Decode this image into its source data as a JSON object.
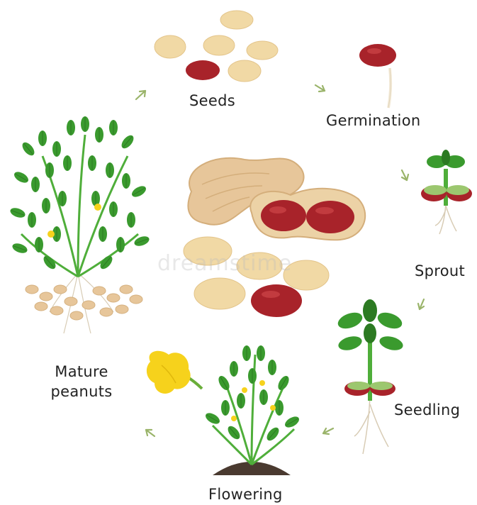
{
  "stages": {
    "seeds": "Seeds",
    "germination": "Germination",
    "sprout": "Sprout",
    "seedling": "Seedling",
    "flowering": "Flowering",
    "mature_line1": "Mature",
    "mature_line2": "peanuts"
  },
  "watermark": "dreamstime",
  "colors": {
    "leaf": "#3a9a2e",
    "leaf_dark": "#2c7a22",
    "seed_light": "#f1d9a5",
    "seed_red": "#a8232a",
    "shell": "#e7c69a",
    "flower": "#f6d21c",
    "soil": "#4a3a30",
    "arrow": "#9ab46a"
  }
}
